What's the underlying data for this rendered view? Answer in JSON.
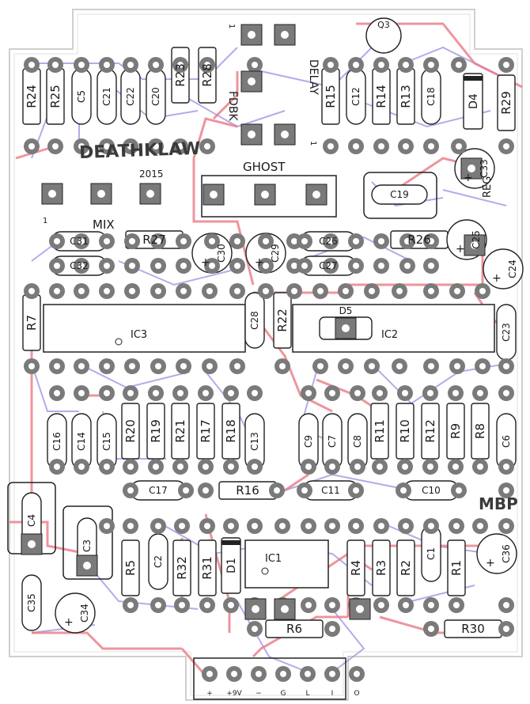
{
  "board": {
    "title": "DEATHKLAW",
    "year": "2015",
    "maker": "MBP",
    "knobs": {
      "ghost": "GHOST",
      "mix": "MIX",
      "fdbk": "FDBK",
      "delay": "DELAY"
    },
    "pin_one": "1",
    "ics": [
      "IC3",
      "IC2",
      "IC1"
    ],
    "misc_parts": [
      "Q3",
      "D4",
      "REG",
      "D5",
      "D1"
    ],
    "resistors": [
      "R24",
      "R25",
      "R23",
      "R28",
      "R15",
      "R14",
      "R13",
      "R29",
      "R27",
      "R26",
      "R7",
      "R22",
      "R20",
      "R19",
      "R21",
      "R17",
      "R18",
      "R11",
      "R10",
      "R12",
      "R9",
      "R8",
      "R16",
      "R5",
      "R32",
      "R31",
      "R4",
      "R3",
      "R2",
      "R1",
      "R6",
      "R30"
    ],
    "capacitors": [
      "C5",
      "C21",
      "C22",
      "C20",
      "C12",
      "C18",
      "C19",
      "C33",
      "C31",
      "C32",
      "C30",
      "C29",
      "C26",
      "C27",
      "C25",
      "C24",
      "C28",
      "C23",
      "C16",
      "C14",
      "C15",
      "C13",
      "C9",
      "C7",
      "C8",
      "C6",
      "C17",
      "C11",
      "C10",
      "C4",
      "C3",
      "C2",
      "C1",
      "C36",
      "C35",
      "C34"
    ],
    "connector_labels": [
      "+",
      "+9V",
      "−",
      "G",
      "L",
      "I",
      "O"
    ],
    "colors": {
      "bottom_trace": "#9b8fe0",
      "top_trace": "#e8707a",
      "pad": "#7a7a7a",
      "outline": "#222222",
      "silk": "#1a1a1a"
    }
  }
}
